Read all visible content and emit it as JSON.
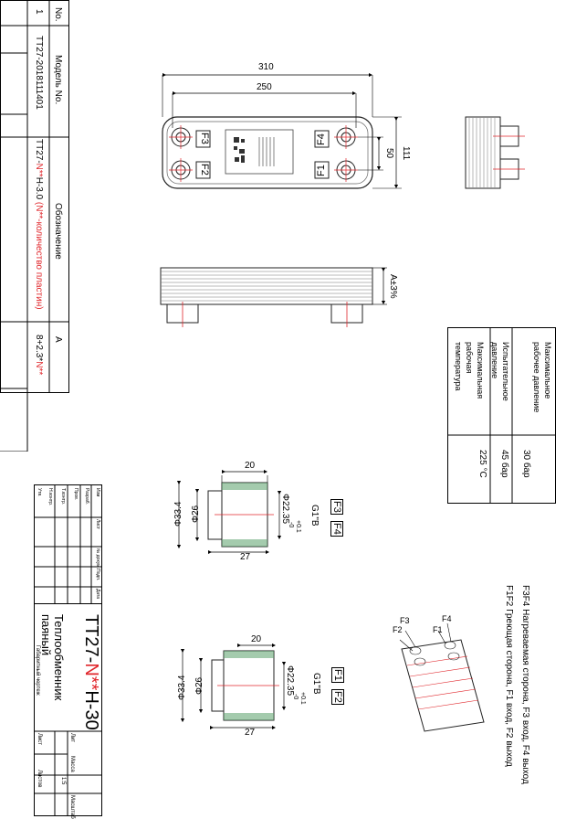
{
  "colors": {
    "accent_red": "#e0262b",
    "drawing_gray": "#555555",
    "thread_green": "#5aa06a"
  },
  "spec_table": {
    "col_no": "No.",
    "col_model": "Модель No.",
    "col_designation": "Обозначение",
    "col_a": "A",
    "row_no": "1",
    "row_model": "TT27-2018111401",
    "row_designation_prefix": "TT27-",
    "row_designation_var": "N**",
    "row_designation_suffix": "H-3.0",
    "row_designation_note_var": "(N**",
    "row_designation_note": "-количество пластин)",
    "row_a_prefix": "8+2.3*",
    "row_a_var": "N**"
  },
  "dimensions": {
    "overall_length": "310",
    "port_spacing": "250",
    "width": "111",
    "port_pitch": "50",
    "stack_height": "A±3%",
    "fitting_len_top": "20",
    "fitting_len_bottom": "27",
    "dia_outer": "Φ33.4",
    "dia_inner": "Φ26",
    "dia_thread": "Φ22.35",
    "thread_tol_top": "+0.1",
    "thread_tol_bottom": "-0",
    "thread": "G1\"B"
  },
  "ports": {
    "f1": "F1",
    "f2": "F2",
    "f3": "F3",
    "f4": "F4"
  },
  "pressure_table": {
    "label_max_working": "Максимальное рабочее давление",
    "value_max_working": "30 бар",
    "label_test": "Испытательное давление",
    "value_test": "45 бар",
    "label_max_temp": "Максимальная рабочая температура",
    "value_max_temp": "225 °C"
  },
  "legend": {
    "line1": "F3F4 Нагреваемая сторона, F3 вход, F4 выход",
    "line2": "F1F2 Греющая сторона, F1 вход, F2 выход"
  },
  "title_block": {
    "model_prefix": "TT27-",
    "model_var": "N**",
    "model_suffix": "H-30",
    "name_line1": "Теплообменник",
    "name_line2": "паяный",
    "drawing_type": "Габаритный чертеж",
    "col_lit": "Лит",
    "col_mass": "Масса",
    "col_scale": "Масштаб",
    "col_sheet": "Лист",
    "col_sheets": "Листов",
    "scale_value": "1:5",
    "rows": [
      "Изм",
      "Разраб.",
      "Пров.",
      "Т.контр.",
      "Н.контр.",
      "Утв."
    ],
    "row_cols": [
      "Лист",
      "№ докум.",
      "Подп.",
      "Дата"
    ]
  }
}
